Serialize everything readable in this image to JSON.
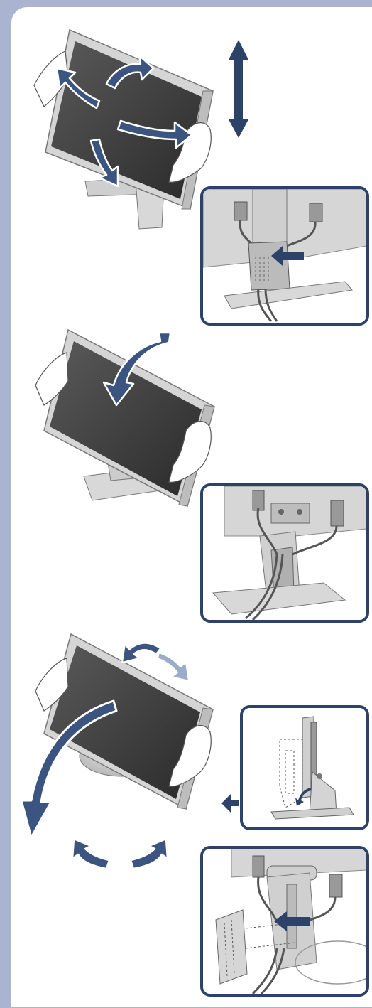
{
  "page": {
    "background_color": "#aab3cf",
    "panel_color": "#ffffff",
    "accent_color": "#2d4269",
    "arrow_color": "#3b5580",
    "light_arrow_color": "#9bacc9"
  },
  "sections": [
    {
      "id": "height-adjustable-stand",
      "icons": [
        "monitor-icon",
        "swivel-arrows-icon",
        "vertical-arrow-icon",
        "cable-holder-inset-icon"
      ]
    },
    {
      "id": "fixed-stand",
      "icons": [
        "monitor-icon",
        "tilt-arrow-icon",
        "cable-holder-inset-icon"
      ]
    },
    {
      "id": "round-base-stand",
      "icons": [
        "monitor-icon",
        "tilt-arrow-icon",
        "rotate-arrows-icon",
        "stand-side-view-icon",
        "cable-cover-inset-icon"
      ]
    }
  ]
}
